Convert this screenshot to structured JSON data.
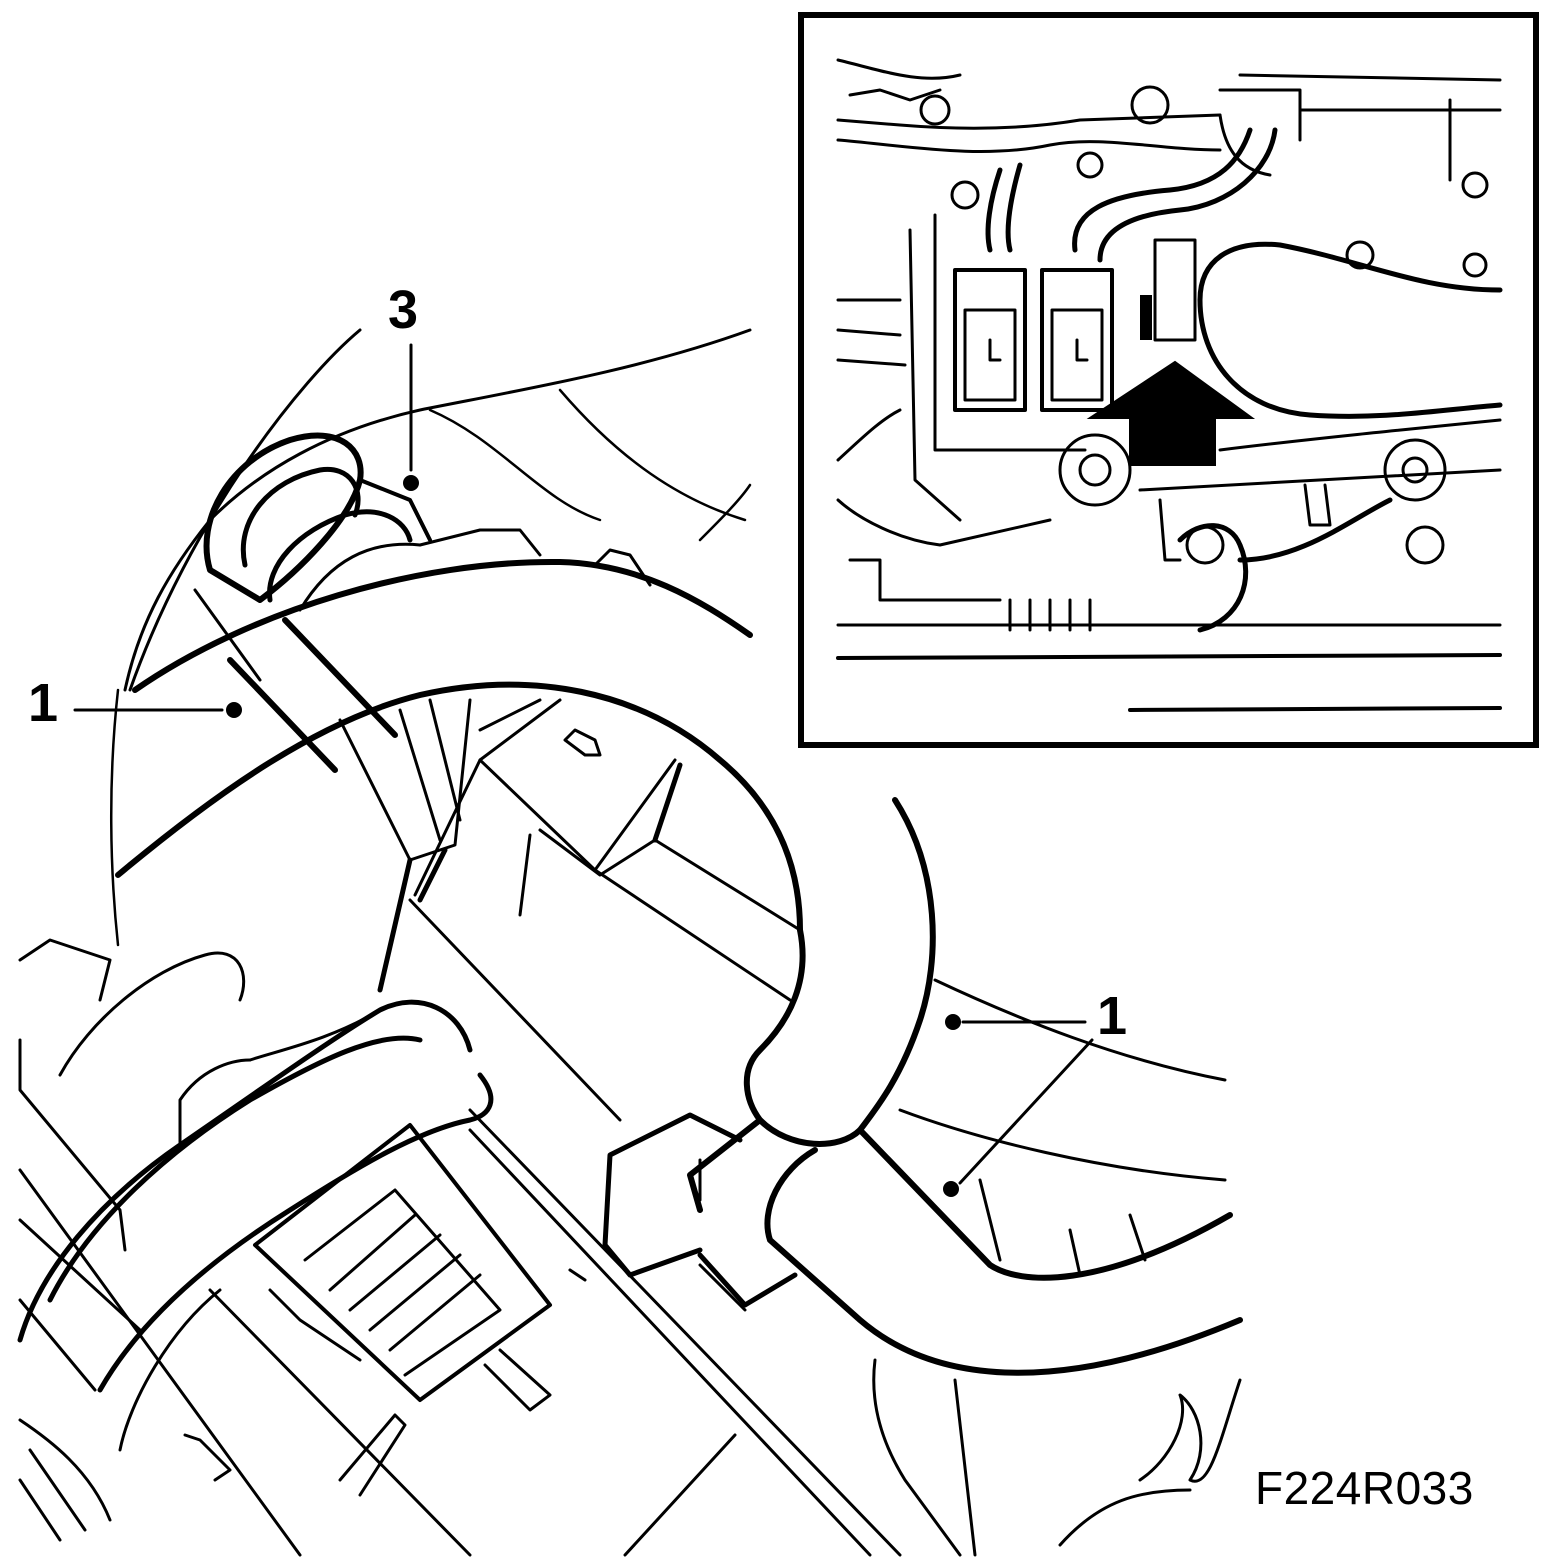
{
  "figure": {
    "code": "F224R033",
    "colors": {
      "ink": "#000000",
      "paper": "#ffffff"
    }
  },
  "callouts": [
    {
      "id": "3",
      "text": "3"
    },
    {
      "id": "1a",
      "text": "1"
    },
    {
      "id": "1b",
      "text": "1"
    }
  ],
  "inset": {
    "arrow_icon": "up-arrow-icon"
  }
}
